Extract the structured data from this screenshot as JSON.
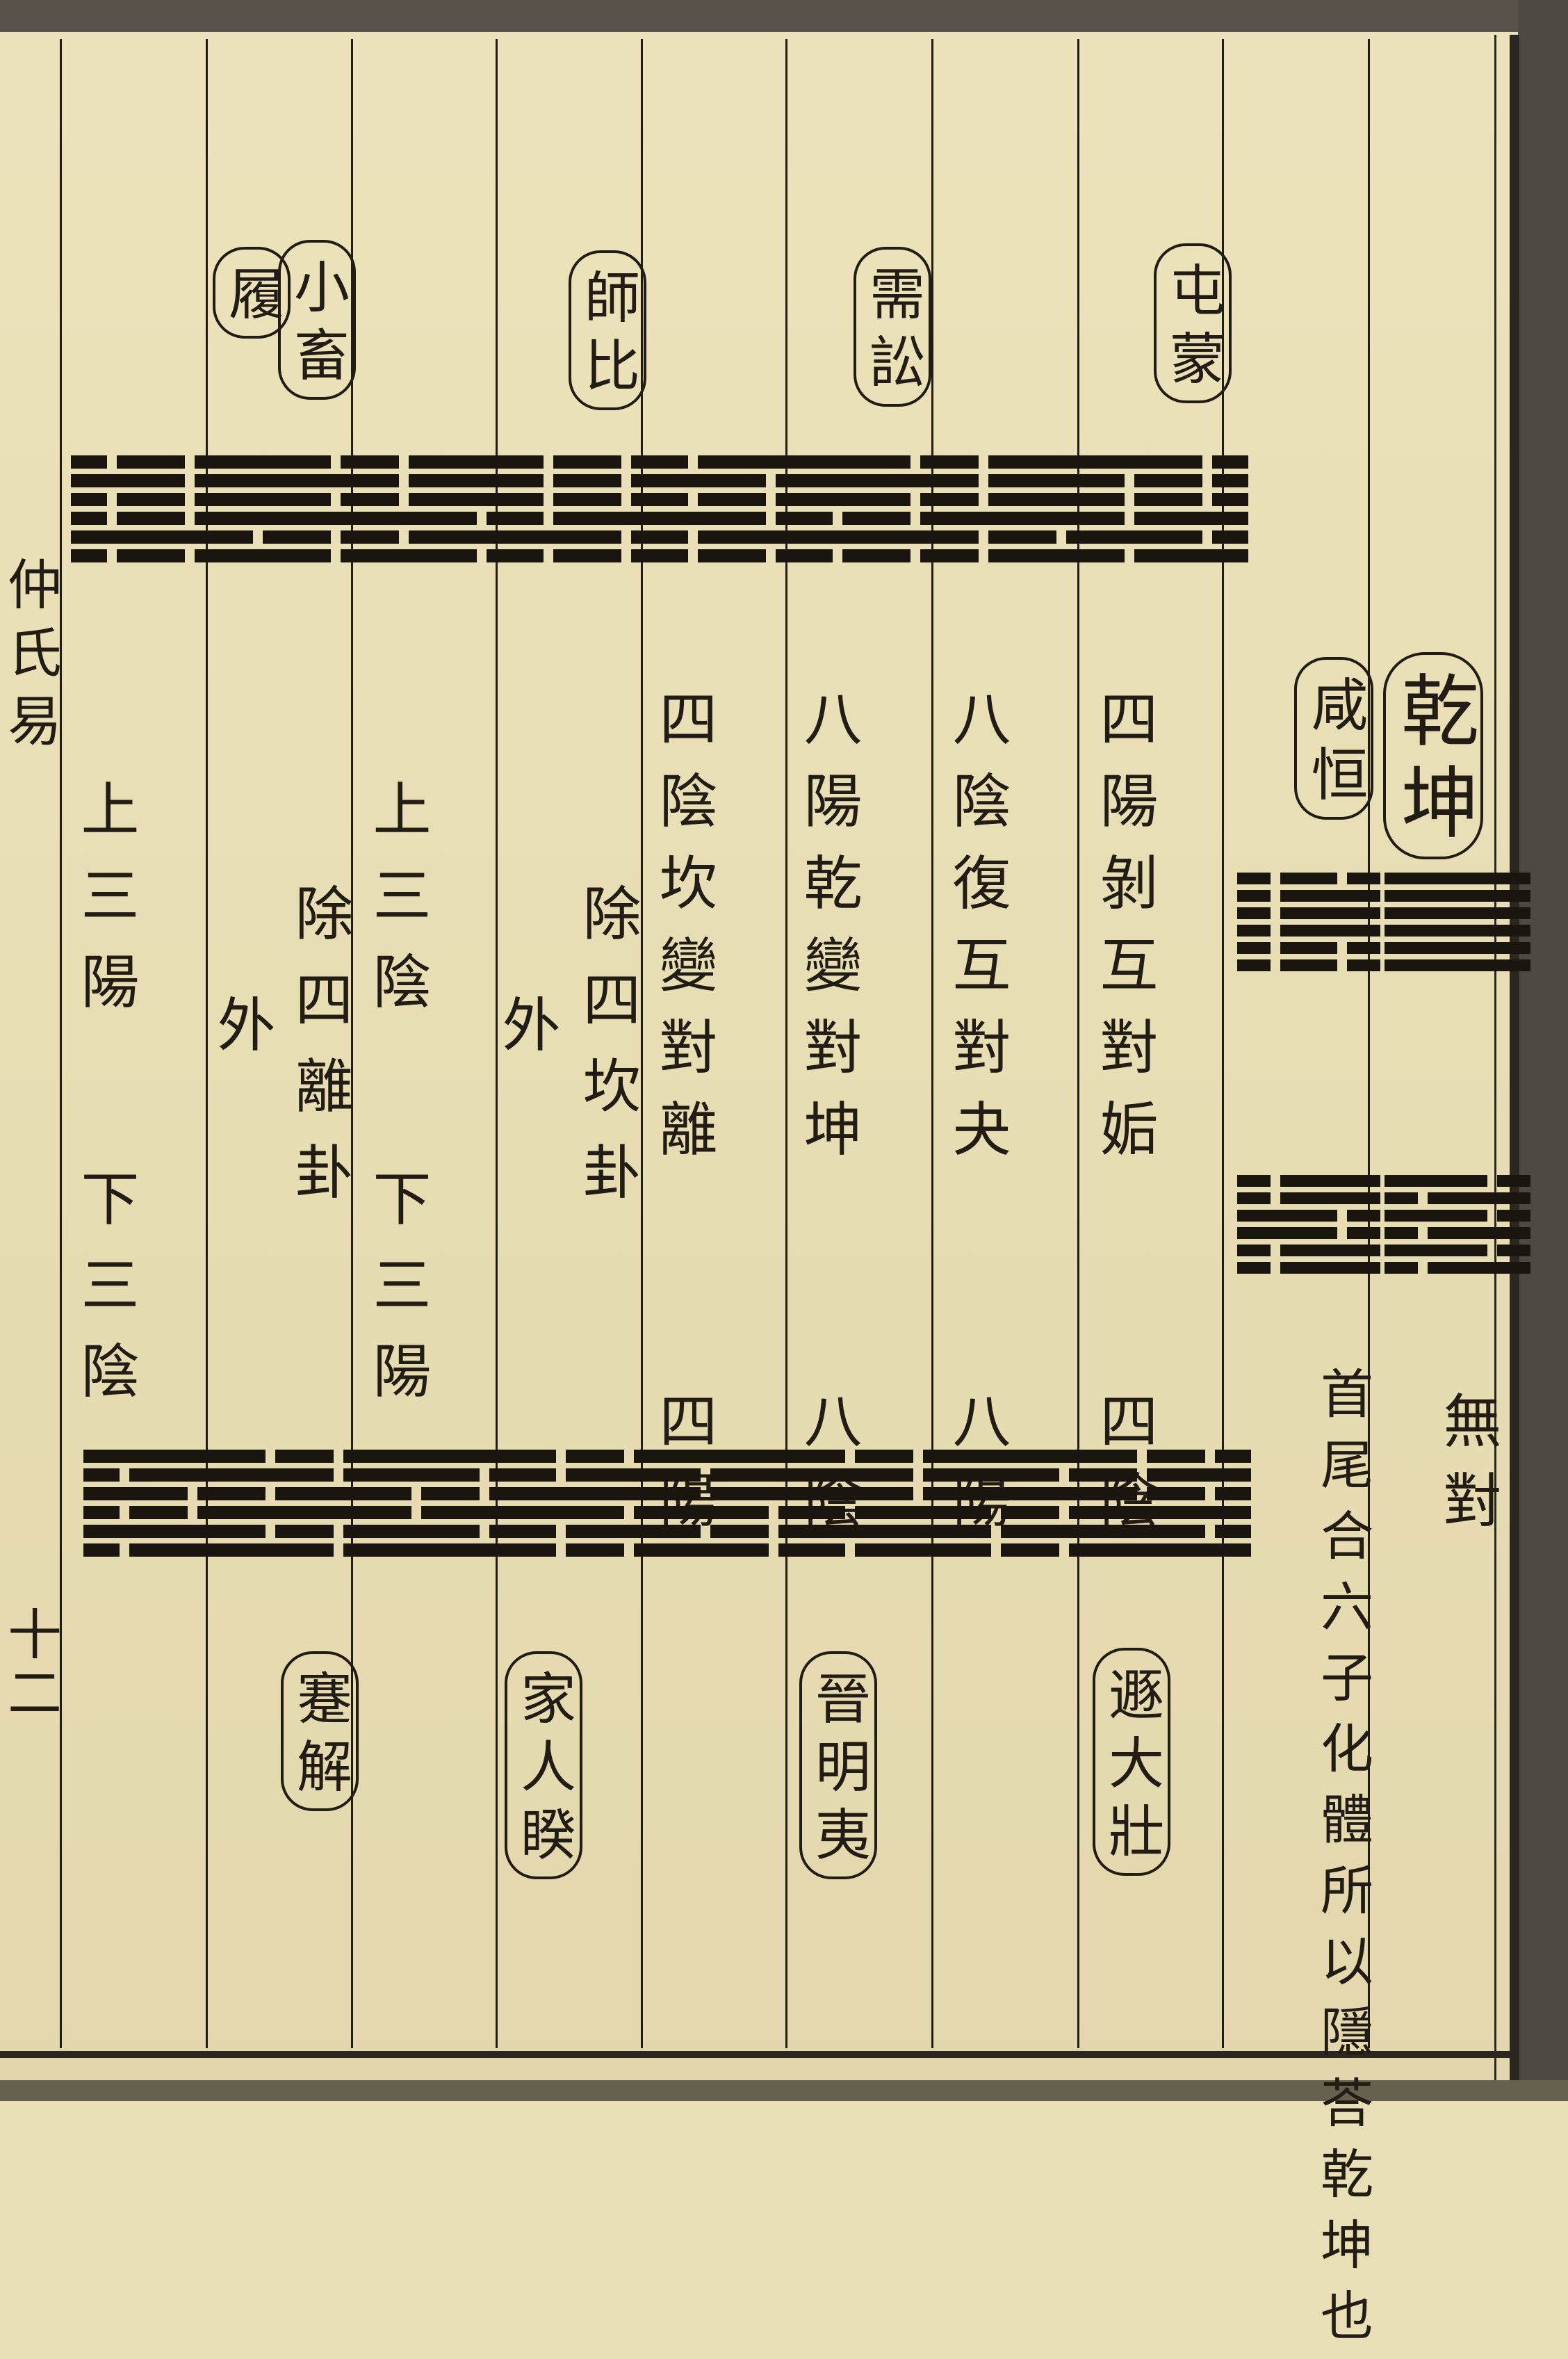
{
  "header": {
    "book_title": "仲氏易",
    "page_number": "十二"
  },
  "primary_box": {
    "label": "乾坤"
  },
  "xianheng_box": {
    "label": "咸恒"
  },
  "box_labels": {
    "tunmeng": "屯蒙",
    "xusong": "需訟",
    "shibi": "師比",
    "xiaoxu": "小畜",
    "lu": "履",
    "dunzhuang": "遯大壯",
    "jinming": "晉明夷",
    "jiaren": "家人睽",
    "jianjie": "蹇解"
  },
  "columns": [
    {
      "key": "wudui",
      "text": "無對"
    },
    {
      "key": "note",
      "text": "首尾合六子化體所以隱荅乾坤也"
    },
    {
      "key": "c1_top",
      "text": "四陽剝互對姤"
    },
    {
      "key": "c1_bot",
      "text": "四陰"
    },
    {
      "key": "c2_top",
      "text": "八陰復互對夬"
    },
    {
      "key": "c2_bot",
      "text": "八陽"
    },
    {
      "key": "c3_top",
      "text": "八陽乾變對坤"
    },
    {
      "key": "c3_bot",
      "text": "八陰"
    },
    {
      "key": "c4_top",
      "text": "四陰坎變對離"
    },
    {
      "key": "c4_bot",
      "text": "四陽"
    },
    {
      "key": "c5_top",
      "text": "除四坎卦"
    },
    {
      "key": "c5_side",
      "text": "外"
    },
    {
      "key": "c6_top",
      "text": "上三陰"
    },
    {
      "key": "c6_bot",
      "text": "下三陽"
    },
    {
      "key": "c7_top",
      "text": "除四離卦"
    },
    {
      "key": "c7_side",
      "text": "外"
    },
    {
      "key": "c8_top",
      "text": "上三陽"
    },
    {
      "key": "c8_bot",
      "text": "下三陰"
    }
  ],
  "hexagrams_note": "trigram bars drawn as solid (yang) and broken (yin) lines",
  "colors": {
    "paper": "#e9dfb6",
    "ink": "#231c14",
    "frame": "#4e4942"
  }
}
